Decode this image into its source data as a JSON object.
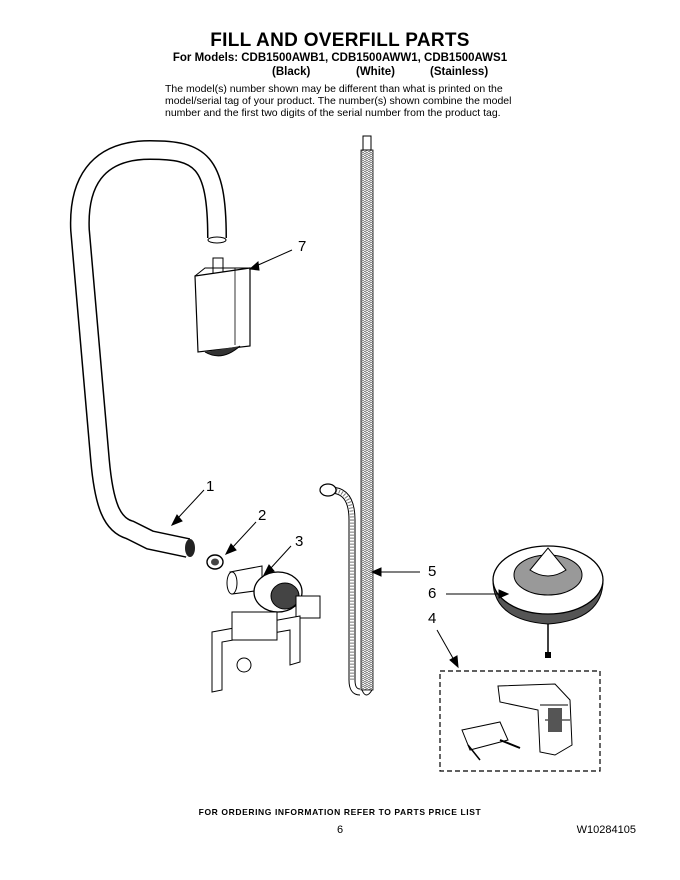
{
  "header": {
    "title": "FILL AND OVERFILL PARTS",
    "models_line": "For Models: CDB1500AWB1, CDB1500AWW1, CDB1500AWS1",
    "variants": [
      "(Black)",
      "(White)",
      "(Stainless)"
    ],
    "note": "The model(s) number shown may be different than what is printed on the model/serial tag of your product. The number(s) shown combine the model number and the first two digits of the serial number from the product tag."
  },
  "callouts": [
    {
      "id": "1",
      "label": "1"
    },
    {
      "id": "2",
      "label": "2"
    },
    {
      "id": "3",
      "label": "3"
    },
    {
      "id": "4",
      "label": "4"
    },
    {
      "id": "5",
      "label": "5"
    },
    {
      "id": "6",
      "label": "6"
    },
    {
      "id": "7",
      "label": "7"
    }
  ],
  "footer": {
    "ordering": "FOR ORDERING INFORMATION REFER TO PARTS PRICE LIST",
    "page": "6",
    "doc_number": "W10284105"
  }
}
